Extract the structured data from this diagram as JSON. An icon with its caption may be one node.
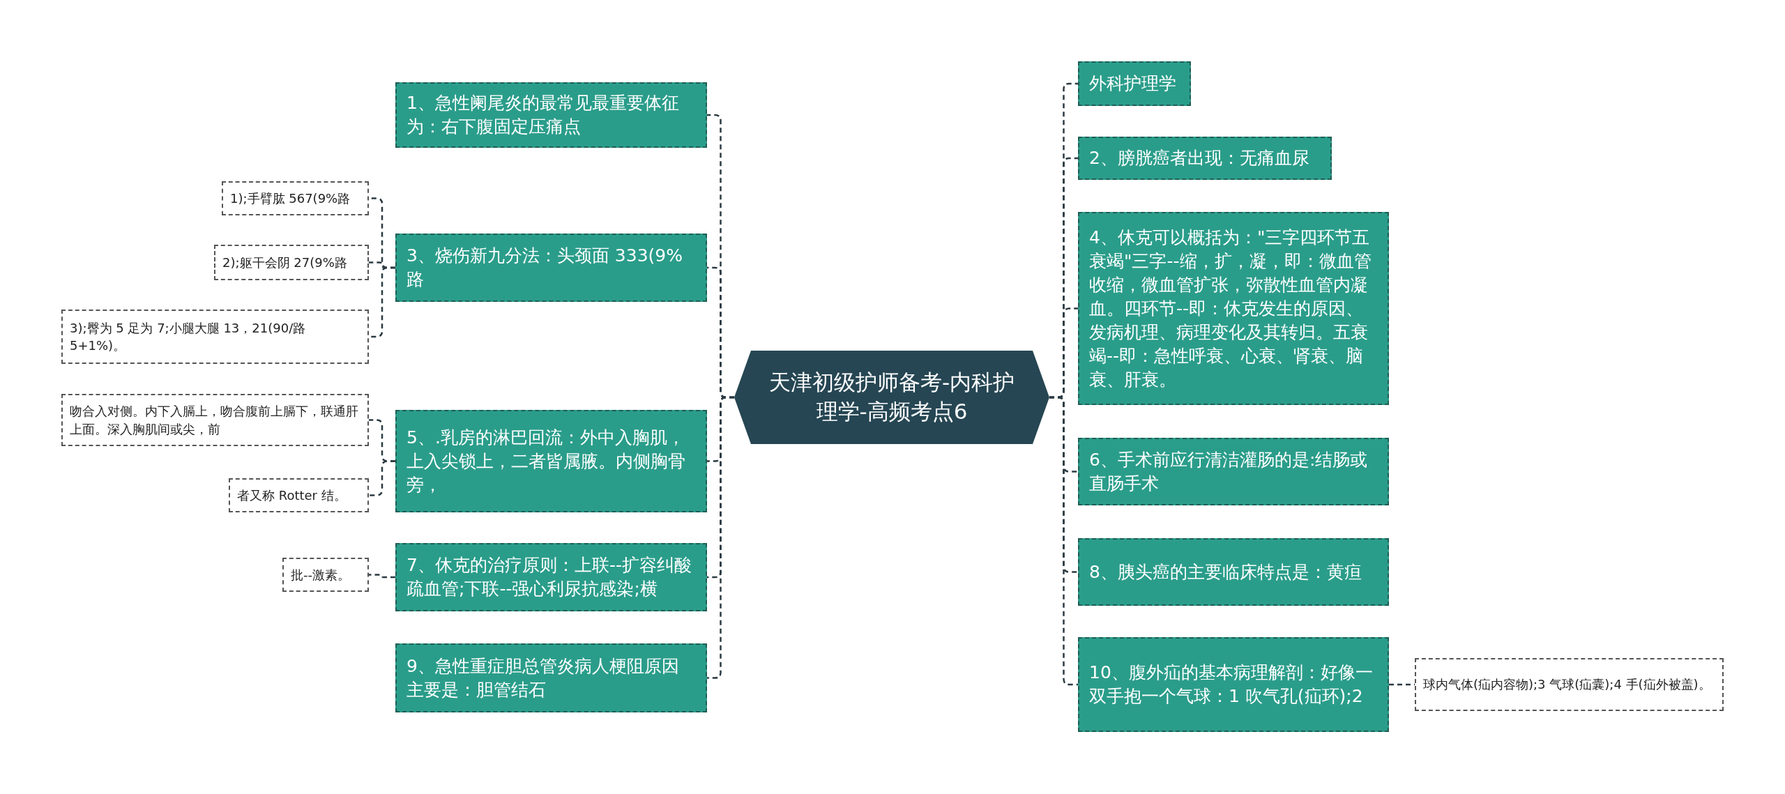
{
  "diagram": {
    "nodes": [
      {
        "text": [
          "天津初级护师备考-内科护理学-高频考点6"
        ]
      },
      {
        "text": [
          "1、急性阑尾炎的最常见最重要体征为：右下腹固定压痛点"
        ]
      },
      {
        "text": [
          "3、烧伤新九分法：头颈面 333(9%路"
        ]
      },
      {
        "text": [
          "1);手臂肱 567(9%路"
        ]
      },
      {
        "text": [
          "2);躯干会阴 27(9%路"
        ]
      },
      {
        "text": [
          "3);臀为 5 足为 7;小腿大腿 13，21(90/路5+1%)。"
        ]
      },
      {
        "text": [
          "5、.乳房的淋巴回流：外中入胸肌，上入尖锁上，二者皆属腋。内侧胸骨旁，"
        ]
      },
      {
        "text": [
          "吻合入对侧。内下入膈上，吻合腹前上膈下，联通肝上面。深入胸肌间或尖，前"
        ]
      },
      {
        "text": [
          "者又称 Rotter 结。"
        ]
      },
      {
        "text": [
          "7、休克的治疗原则：上联--扩容纠酸疏血管;下联--强心利尿抗感染;横"
        ]
      },
      {
        "text": [
          "批--激素。"
        ]
      },
      {
        "text": [
          "9、急性重症胆总管炎病人梗阻原因主要是：胆管结石"
        ]
      },
      {
        "text": [
          "外科护理学"
        ]
      },
      {
        "text": [
          "2、膀胱癌者出现：无痛血尿"
        ]
      },
      {
        "text": [
          "4、休克可以概括为：\"三字四环节五衰竭\"三字--缩，扩，凝，即：微血管收缩，微血管扩张，弥散性血管内凝血。四环节--即：休克发生的原因、发病机理、病理变化及其转归。五衰竭--即：急性呼衰、心衰、肾衰、脑衰、肝衰。"
        ]
      },
      {
        "text": [
          "6、手术前应行清洁灌肠的是:结肠或直肠手术"
        ]
      },
      {
        "text": [
          "8、胰头癌的主要临床特点是：黄疸"
        ]
      },
      {
        "text": [
          "10、腹外疝的基本病理解剖：好像一双手抱一个气球：1 吹气孔(疝环);2"
        ]
      },
      {
        "text": [
          "球内气体(疝内容物);3 气球(疝囊);4 手(疝外被盖)。"
        ]
      }
    ],
    "edges": [
      {
        "from": 0,
        "to": 1,
        "arrow": "none",
        "style": "dashed"
      },
      {
        "from": 0,
        "to": 2,
        "arrow": "none",
        "style": "dashed"
      },
      {
        "from": 2,
        "to": 3,
        "arrow": "none",
        "style": "dashed"
      },
      {
        "from": 2,
        "to": 4,
        "arrow": "none",
        "style": "dashed"
      },
      {
        "from": 2,
        "to": 5,
        "arrow": "none",
        "style": "dashed"
      },
      {
        "from": 0,
        "to": 6,
        "arrow": "none",
        "style": "dashed"
      },
      {
        "from": 6,
        "to": 7,
        "arrow": "none",
        "style": "dashed"
      },
      {
        "from": 6,
        "to": 8,
        "arrow": "none",
        "style": "dashed"
      },
      {
        "from": 0,
        "to": 9,
        "arrow": "none",
        "style": "dashed"
      },
      {
        "from": 9,
        "to": 10,
        "arrow": "none",
        "style": "dashed"
      },
      {
        "from": 0,
        "to": 11,
        "arrow": "none",
        "style": "dashed"
      },
      {
        "from": 0,
        "to": 12,
        "arrow": "none",
        "style": "dashed"
      },
      {
        "from": 0,
        "to": 13,
        "arrow": "none",
        "style": "dashed"
      },
      {
        "from": 0,
        "to": 14,
        "arrow": "none",
        "style": "dashed"
      },
      {
        "from": 0,
        "to": 15,
        "arrow": "none",
        "style": "dashed"
      },
      {
        "from": 0,
        "to": 16,
        "arrow": "none",
        "style": "dashed"
      },
      {
        "from": 0,
        "to": 17,
        "arrow": "none",
        "style": "dashed"
      },
      {
        "from": 17,
        "to": 18,
        "arrow": "none",
        "style": "dashed"
      }
    ]
  }
}
